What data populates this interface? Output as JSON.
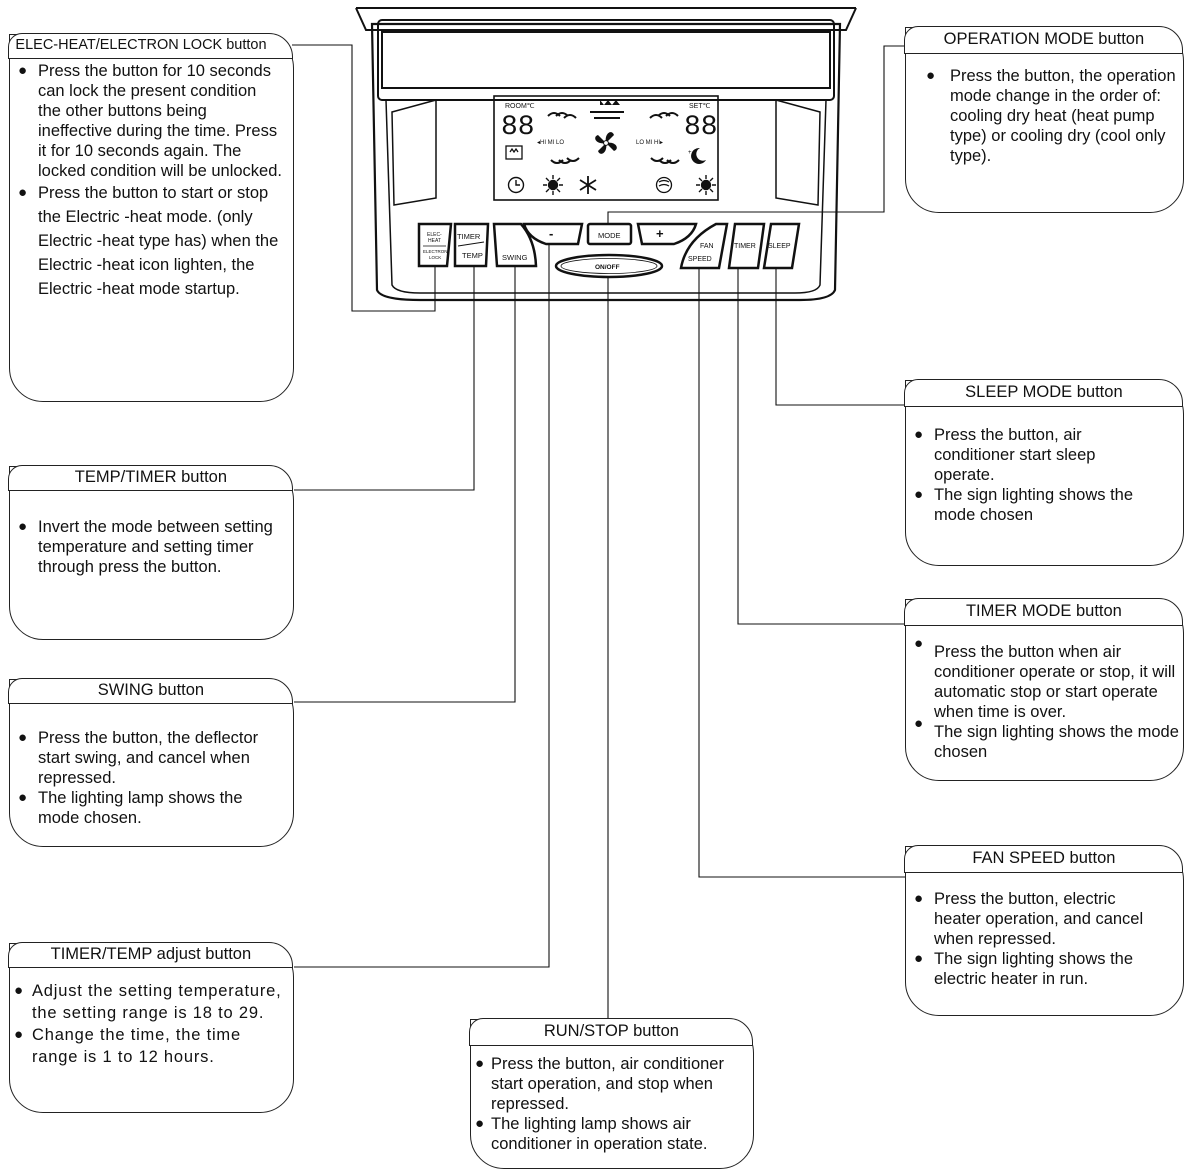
{
  "panel": {
    "lcd": {
      "room_label": "ROOM℃",
      "room_value": "88",
      "set_label": "SET℃",
      "set_value": "88",
      "speed_left": "◂HI MI LO",
      "speed_right": "LO MI HI▸"
    },
    "buttons": {
      "elec_heat_line1": "ELEC-",
      "elec_heat_line2": "HEAT",
      "elec_heat_line3": "ELECTRON",
      "elec_heat_line4": "LOCK",
      "timer_top": "TIMER",
      "temp_bottom": "TEMP",
      "swing": "SWING",
      "minus": "-",
      "mode": "MODE",
      "plus": "+",
      "onoff": "ON/OFF",
      "fan": "FAN",
      "speed": "SPEED",
      "timer": "TIMER",
      "sleep": "SLEEP"
    }
  },
  "callouts": {
    "elec_heat": {
      "title": "ELEC-HEAT/ELECTRON LOCK button",
      "items": [
        "Press the button for 10 seconds can lock the present condition the other buttons being ineffective during the time. Press it for 10 seconds again. The locked condition will be unlocked.",
        "Press the button to start or stop the Electric -heat mode. (only Electric -heat type has) when the Electric -heat icon lighten, the Electric -heat mode startup."
      ]
    },
    "temp_timer": {
      "title": "TEMP/TIMER  button",
      "items": [
        "Invert the mode between setting temperature and setting timer through press the button."
      ]
    },
    "swing": {
      "title": "SWING button",
      "items": [
        "Press the button, the deflector start swing, and cancel when repressed.",
        "The lighting lamp shows the mode chosen."
      ]
    },
    "adjust": {
      "title": "TIMER/TEMP adjust button",
      "items": [
        "Adjust the setting temperature, the setting range is 18 to 29.",
        "Change the time, the time range is 1 to 12 hours."
      ]
    },
    "run_stop": {
      "title": "RUN/STOP button",
      "items": [
        "Press the button, air conditioner start operation, and stop when repressed.",
        "The lighting lamp shows air conditioner in operation state."
      ]
    },
    "operation_mode": {
      "title": "OPERATION  MODE  button",
      "items": [
        "Press the  button, the operation  mode change in the order of: cooling  dry heat (heat pump type) or cooling dry  (cool only type)."
      ]
    },
    "sleep_mode": {
      "title": "SLEEP MODE button",
      "items": [
        "Press the button, air conditioner start sleep operate.",
        "The sign lighting shows the mode chosen"
      ]
    },
    "timer_mode": {
      "title": "TIMER MODE button",
      "items": [
        "Press the button when air conditioner operate or stop, it will automatic stop or start operate when time is over.",
        "The sign lighting shows the mode chosen"
      ]
    },
    "fan_speed": {
      "title": "FAN SPEED button",
      "items": [
        "Press the button, electric heater operation, and cancel when repressed.",
        "The sign lighting shows the electric heater in run."
      ]
    }
  }
}
